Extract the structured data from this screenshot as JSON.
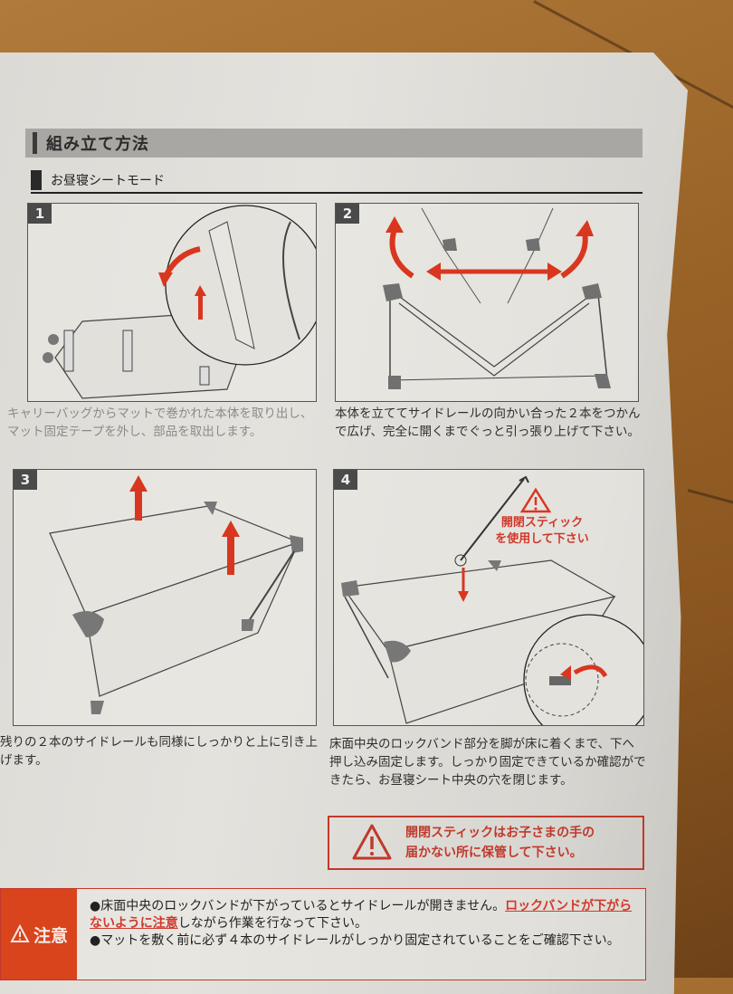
{
  "page": {
    "main_heading": "組み立て方法",
    "sub_heading": "お昼寝シートモード"
  },
  "steps": [
    {
      "number": "1",
      "description": "キャリーバッグからマットで巻かれた本体を取り出し、マット固定テープを外し、部品を取出します。"
    },
    {
      "number": "2",
      "description": "本体を立ててサイドレールの向かい合った２本をつかんで広げ、完全に開くまでぐっと引っ張り上げて下さい。"
    },
    {
      "number": "3",
      "description": "残りの２本のサイドレールも同様にしっかりと上に引き上げます。"
    },
    {
      "number": "4",
      "description": "床面中央のロックバンド部分を脚が床に着くまで、下へ押し込み固定します。しっかり固定できているか確認ができたら、お昼寝シート中央の穴を閉じます。",
      "callout_line1": "開閉スティック",
      "callout_line2": "を使用して下さい"
    }
  ],
  "warning_box": {
    "line1": "開閉スティックはお子さまの手の",
    "line2": "届かない所に保管して下さい。"
  },
  "caution": {
    "label": "注意",
    "item1_prefix": "●床面中央のロックバンドが下がっているとサイドレールが開きません。",
    "item1_emphasis": "ロックバンドが下がらないように注意",
    "item1_suffix": "しながら作業を行なって下さい。",
    "item2": "●マットを敷く前に必ず４本のサイドレールがしっかり固定されていることをご確認下さい。"
  },
  "colors": {
    "accent_red": "#d0392b",
    "caution_bg": "#d9441d",
    "heading_band": "#a9a7a3",
    "paper": "#e0deda"
  }
}
